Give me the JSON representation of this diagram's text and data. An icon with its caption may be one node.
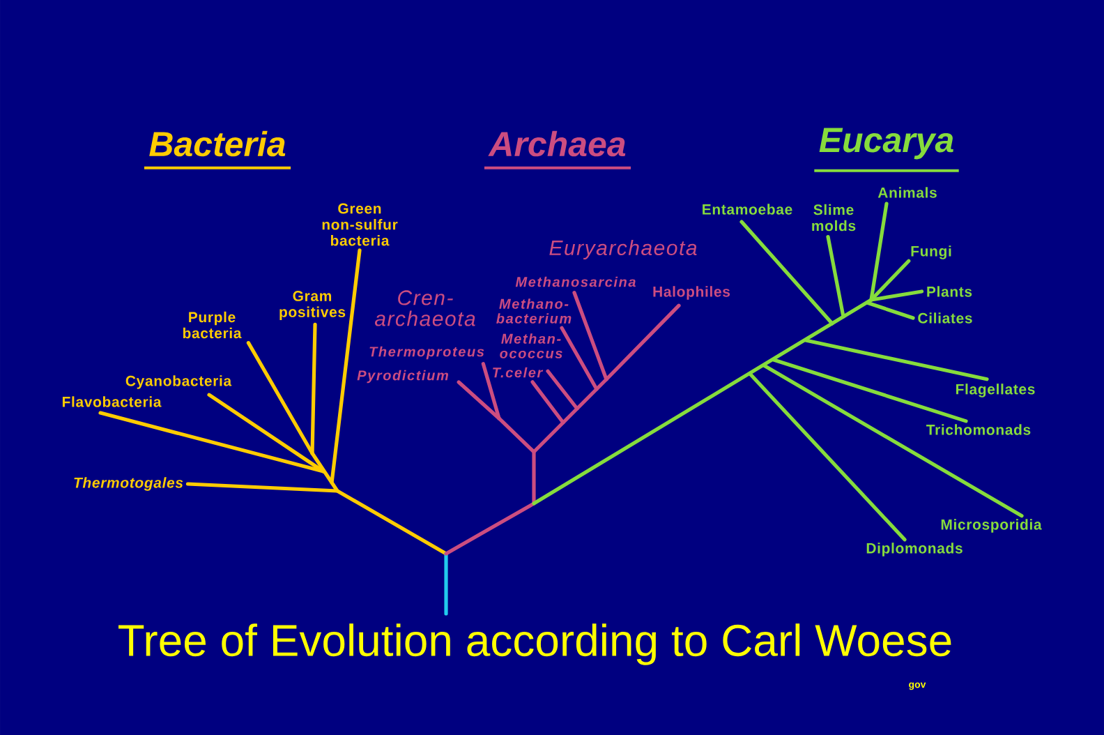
{
  "diagram": {
    "title": "Tree of Evolution according to Carl Woese",
    "nodes": [
      {
        "text": [
          "Green non-sulfur bacteria"
        ]
      },
      {
        "text": [
          "Gram positives"
        ]
      },
      {
        "text": [
          "Purple bacteria"
        ]
      },
      {
        "text": [
          "Cyanobacteria"
        ]
      },
      {
        "text": [
          "Flavobacteria"
        ]
      },
      {
        "text": [
          "Thermotogales"
        ]
      },
      {
        "text": [
          "Thermoproteus"
        ]
      },
      {
        "text": [
          "Pyrodictium"
        ]
      },
      {
        "text": [
          "Methanosarcina"
        ]
      },
      {
        "text": [
          "Methano- bacterium"
        ]
      },
      {
        "text": [
          "Methan- ococcus"
        ]
      },
      {
        "text": [
          "T.celer"
        ]
      },
      {
        "text": [
          "Halophiles"
        ]
      },
      {
        "text": [
          "Entamoebae"
        ]
      },
      {
        "text": [
          "Slime molds"
        ]
      },
      {
        "text": [
          "Animals"
        ]
      },
      {
        "text": [
          "Fungi"
        ]
      },
      {
        "text": [
          "Plants"
        ]
      },
      {
        "text": [
          "Ciliates"
        ]
      },
      {
        "text": [
          "Flagellates"
        ]
      },
      {
        "text": [
          "Trichomonads"
        ]
      },
      {
        "text": [
          "Microsporidia"
        ]
      },
      {
        "text": [
          "Diplomonads"
        ]
      }
    ],
    "edges": [
      {
        "from": 0,
        "to": null,
        "arrow": "none",
        "color": "#ffcc00"
      },
      {
        "from": 1,
        "to": null,
        "arrow": "none",
        "color": "#ffcc00"
      },
      {
        "from": 2,
        "to": null,
        "arrow": "none",
        "color": "#ffcc00"
      },
      {
        "from": 3,
        "to": null,
        "arrow": "none",
        "color": "#ffcc00"
      },
      {
        "from": 4,
        "to": null,
        "arrow": "none",
        "color": "#ffcc00"
      },
      {
        "from": 5,
        "to": null,
        "arrow": "none",
        "color": "#ffcc00"
      },
      {
        "from": 6,
        "to": null,
        "arrow": "none",
        "color": "#cc4d80"
      },
      {
        "from": 7,
        "to": null,
        "arrow": "none",
        "color": "#cc4d80"
      },
      {
        "from": 8,
        "to": null,
        "arrow": "none",
        "color": "#cc4d80"
      },
      {
        "from": 9,
        "to": null,
        "arrow": "none",
        "color": "#cc4d80"
      },
      {
        "from": 10,
        "to": null,
        "arrow": "none",
        "color": "#cc4d80"
      },
      {
        "from": 11,
        "to": null,
        "arrow": "none",
        "color": "#cc4d80"
      },
      {
        "from": 12,
        "to": null,
        "arrow": "none",
        "color": "#cc4d80"
      },
      {
        "from": 13,
        "to": null,
        "arrow": "none"
      },
      {
        "from": 14,
        "to": null,
        "arrow": "none"
      },
      {
        "from": 15,
        "to": null,
        "arrow": "none"
      },
      {
        "from": 16,
        "to": null,
        "arrow": "none"
      },
      {
        "from": 17,
        "to": null,
        "arrow": "none"
      },
      {
        "from": 18,
        "to": null,
        "arrow": "none"
      },
      {
        "from": 19,
        "to": null,
        "arrow": "none"
      },
      {
        "from": 20,
        "to": null,
        "arrow": "none"
      },
      {
        "from": 21,
        "to": null,
        "arrow": "none"
      },
      {
        "from": 22,
        "to": null,
        "arrow": "none"
      }
    ],
    "labels": [
      "Bacteria",
      "Archaea",
      "Eucarya",
      "Euryarchaeota",
      "Cren- archaeota",
      "gov"
    ]
  }
}
